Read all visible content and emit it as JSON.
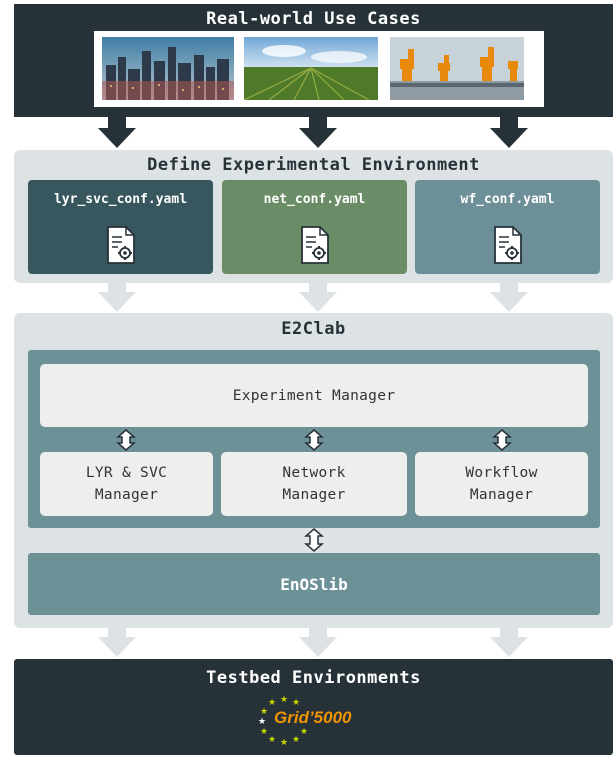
{
  "top": {
    "title": "Real-world Use Cases"
  },
  "define": {
    "title": "Define Experimental Environment",
    "files": [
      {
        "label": "lyr_svc_conf.yaml",
        "color": "#37565d"
      },
      {
        "label": "net_conf.yaml",
        "color": "#6a8c67"
      },
      {
        "label": "wf_conf.yaml",
        "color": "#6d8f97"
      }
    ]
  },
  "e2clab": {
    "title": "E2Clab",
    "experiment_manager": "Experiment Manager",
    "managers": [
      {
        "line1": "LYR & SVC",
        "line2": "Manager"
      },
      {
        "line1": "Network",
        "line2": "Manager"
      },
      {
        "line1": "Workflow",
        "line2": "Manager"
      }
    ],
    "enoslib": "EnOSlib"
  },
  "testbed": {
    "title": "Testbed Environments",
    "logo_text": "Grid’5000"
  },
  "colors": {
    "dark": "#263238",
    "panel": "#dde3e5",
    "mid": "#6c9197",
    "arrow_light": "#dde3e5",
    "logo_orange": "#f29400",
    "logo_stars": "#c8d400"
  }
}
